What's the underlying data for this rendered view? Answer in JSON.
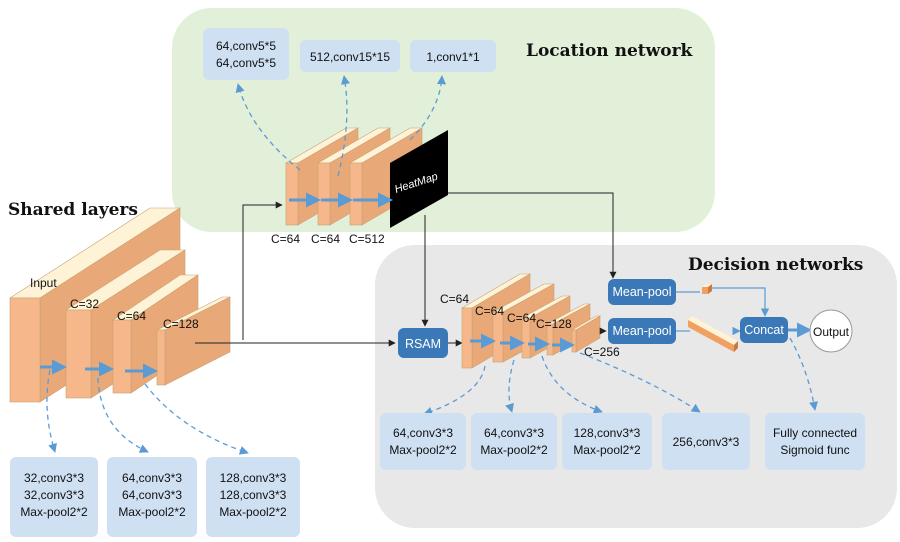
{
  "titles": {
    "location": "Location network",
    "shared": "Shared layers",
    "decision": "Decision networks"
  },
  "shared": {
    "input_label": "Input",
    "channels": [
      "C=32",
      "C=64",
      "C=128"
    ],
    "specs": [
      [
        "32,conv3*3",
        "32,conv3*3",
        "Max-pool2*2"
      ],
      [
        "64,conv3*3",
        "64,conv3*3",
        "Max-pool2*2"
      ],
      [
        "128,conv3*3",
        "128,conv3*3",
        "Max-pool2*2"
      ]
    ]
  },
  "location": {
    "specs": [
      [
        "64,conv5*5",
        "64,conv5*5"
      ],
      [
        "512,conv15*15"
      ],
      [
        "1,conv1*1"
      ]
    ],
    "channels": [
      "C=64",
      "C=64",
      "C=512"
    ],
    "heatmap": "HeatMap"
  },
  "decision": {
    "rsam": "RSAM",
    "channels": [
      "C=64",
      "C=64",
      "C=64",
      "C=128",
      "C=256"
    ],
    "specs": [
      [
        "64,conv3*3",
        "Max-pool2*2"
      ],
      [
        "64,conv3*3",
        "Max-pool2*2"
      ],
      [
        "128,conv3*3",
        "Max-pool2*2"
      ],
      [
        "256,conv3*3"
      ],
      [
        "Fully connected",
        "Sigmoid func"
      ]
    ],
    "meanpool_top": "Mean-pool",
    "meanpool_bottom": "Mean-pool",
    "concat": "Concat",
    "output": "Output"
  },
  "colors": {
    "green_panel": "#e2efd9",
    "gray_panel": "#e8e8e8",
    "spec_box": "#cfe0f3",
    "module_blue": "#3b78b8",
    "orange_face": "#f6b88a",
    "orange_top": "#fef3d6",
    "arrow_blue": "#5b9bd5"
  }
}
